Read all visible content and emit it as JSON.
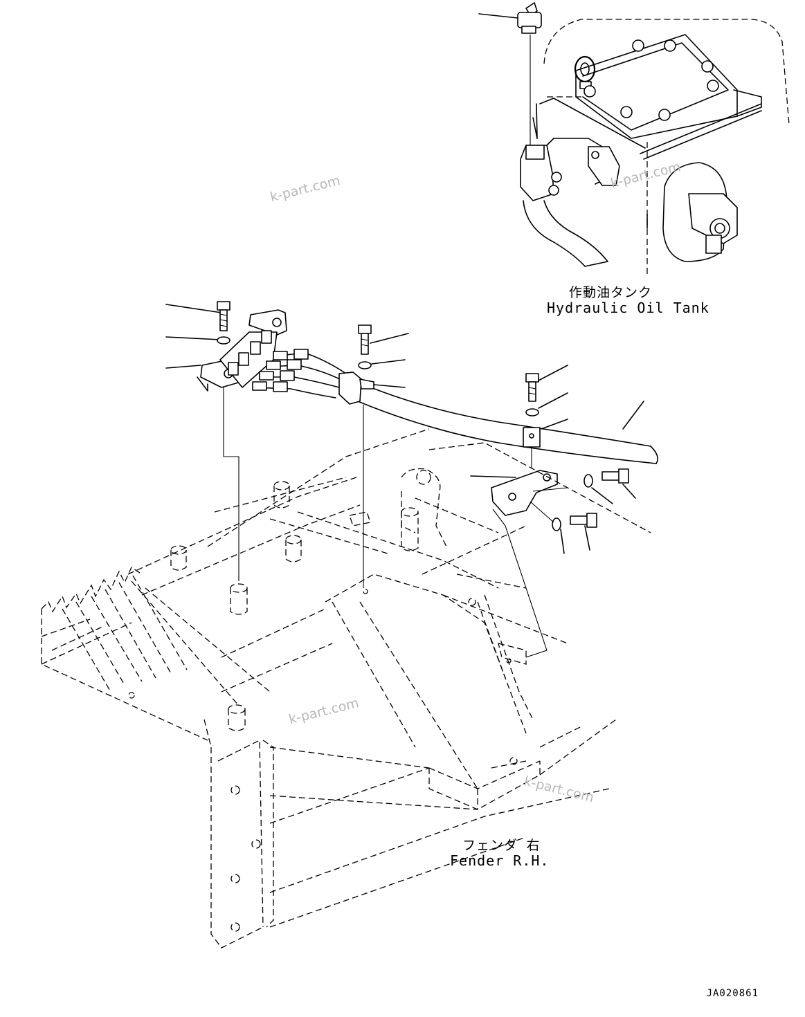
{
  "labels": {
    "tank_jp": "作動油タンク",
    "tank_en": "Hydraulic Oil Tank",
    "fender_jp": "フェンダ 右",
    "fender_en": "Fender R.H.",
    "drawing_code": "JA020861"
  },
  "watermarks": [
    "k-part.com",
    "k-part.com",
    "k-part.com",
    "k-part.com"
  ],
  "colors": {
    "ink": "#000000",
    "paper": "#ffffff",
    "watermark": "#b8b8b8"
  }
}
